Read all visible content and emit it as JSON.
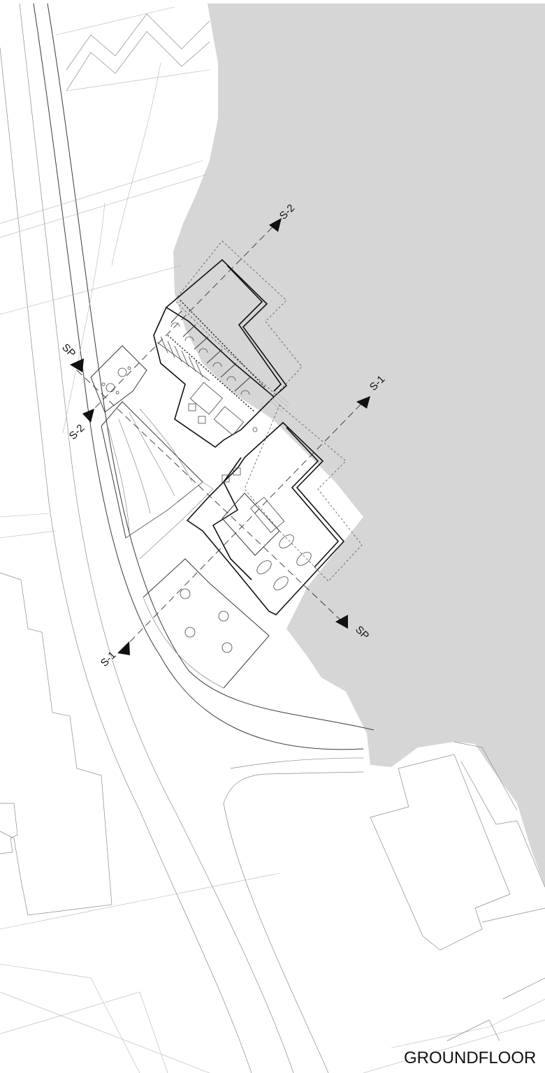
{
  "drawing": {
    "title": "GROUNDFLOOR",
    "section_markers": [
      {
        "id": "s2-north",
        "label": "S-2"
      },
      {
        "id": "s2-south",
        "label": "S-2"
      },
      {
        "id": "s1-east",
        "label": "S-1"
      },
      {
        "id": "s1-west",
        "label": "S-1"
      },
      {
        "id": "sp-north",
        "label": "SP"
      },
      {
        "id": "sp-south",
        "label": "SP"
      }
    ]
  },
  "colors": {
    "water": "#d6d6d6",
    "lines": "#8a8a8a",
    "walls": "#111111"
  }
}
